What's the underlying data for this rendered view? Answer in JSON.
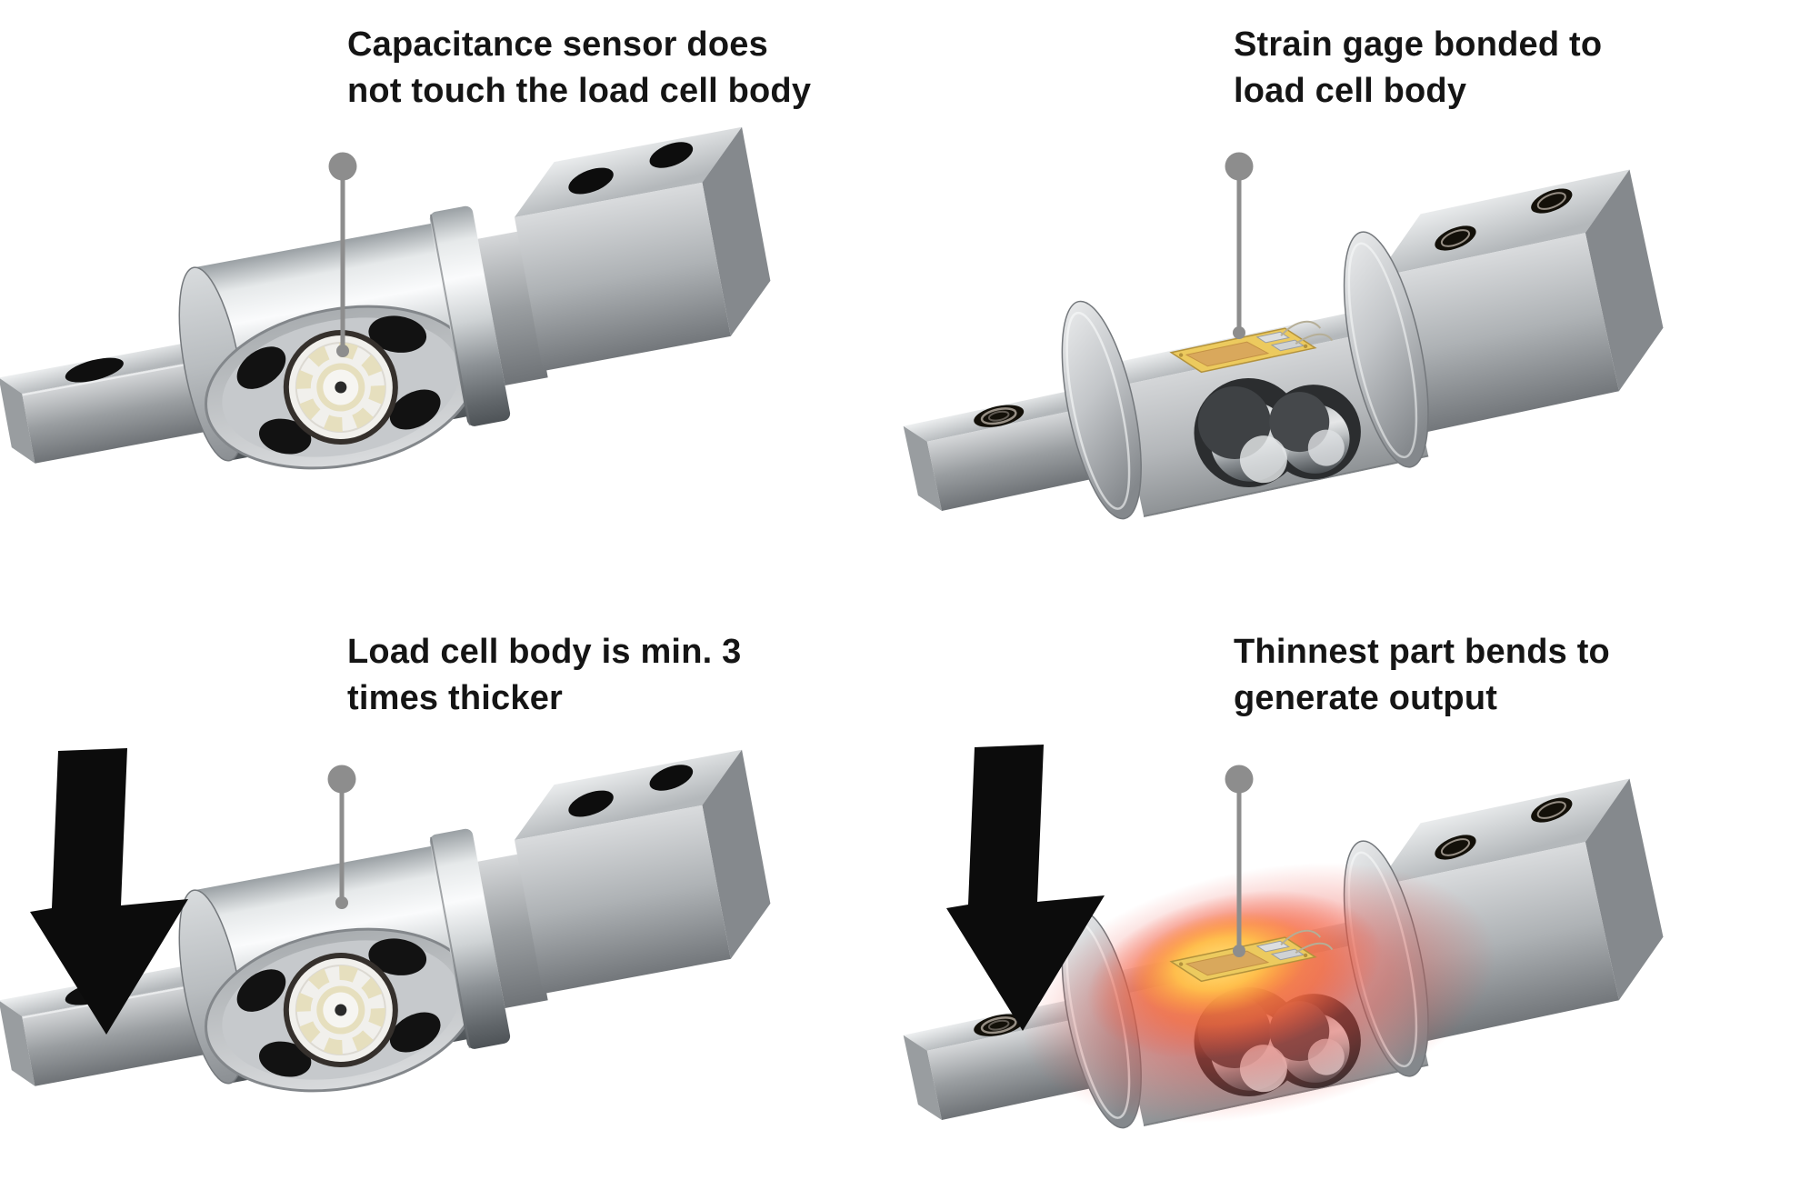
{
  "figure": {
    "background_color": "#ffffff",
    "panels": [
      {
        "id": "top-left",
        "caption_line1": "Capacitance sensor does",
        "caption_line2": "not touch the load cell body",
        "illustration": "capacitance-load-cell",
        "callout": "pin-to-capacitance-sensor",
        "has_load_arrow": false
      },
      {
        "id": "top-right",
        "caption_line1": "Strain gage bonded to",
        "caption_line2": "load cell body",
        "illustration": "strain-gage-load-cell",
        "callout": "pin-to-strain-gage",
        "has_load_arrow": false
      },
      {
        "id": "bottom-left",
        "caption_line1": "Load cell body is min. 3",
        "caption_line2": "times thicker",
        "illustration": "capacitance-load-cell-under-load",
        "callout": "pin-to-load-cell-body",
        "has_load_arrow": true
      },
      {
        "id": "bottom-right",
        "caption_line1": "Thinnest part bends to",
        "caption_line2": "generate output",
        "illustration": "strain-gage-load-cell-bending",
        "callout": "pin-to-bending-section",
        "has_load_arrow": true
      }
    ],
    "colors": {
      "caption_text": "#151515",
      "callout_pin": "#8d8d8d",
      "load_arrow": "#0c0c0c",
      "metal_light": "#f8f9fa",
      "metal_dark": "#4e5357",
      "sensor_rosette_cream": "#e6dfbe",
      "strain_gage_gold": "#ecca5e",
      "glow_core_yellow": "#ffe27a",
      "glow_mid_orange": "#f86e3e",
      "glow_outer_red": "#e93e34"
    }
  }
}
